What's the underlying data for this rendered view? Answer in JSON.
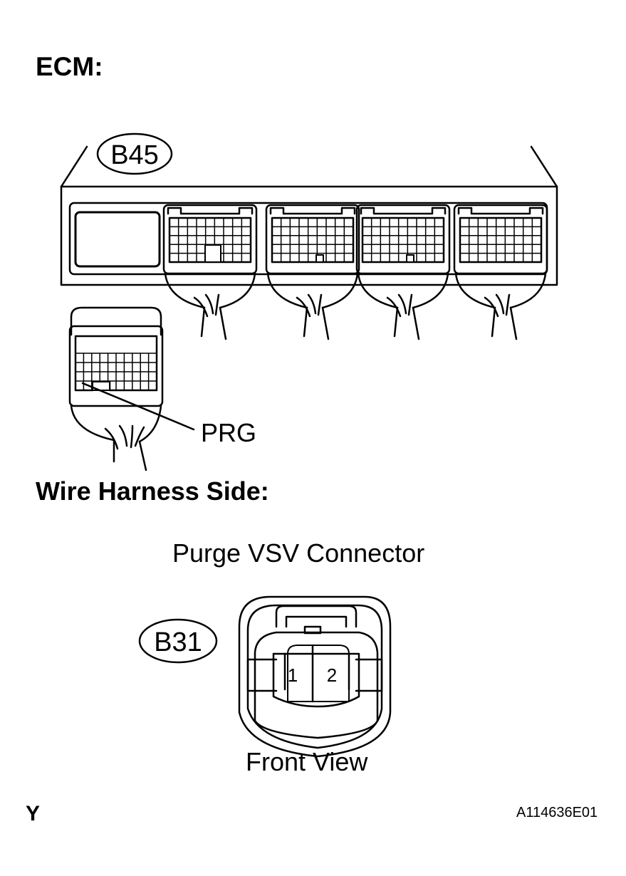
{
  "headings": {
    "ecm": "ECM:",
    "wire_harness_side": "Wire Harness Side:"
  },
  "ecm_connector": {
    "code": "B45",
    "pin_label": "PRG"
  },
  "purge_vsv": {
    "title": "Purge VSV Connector",
    "code": "B31",
    "pins": [
      "1",
      "2"
    ],
    "view_label": "Front View"
  },
  "footer": {
    "left_code": "Y",
    "right_code": "A114636E01"
  }
}
